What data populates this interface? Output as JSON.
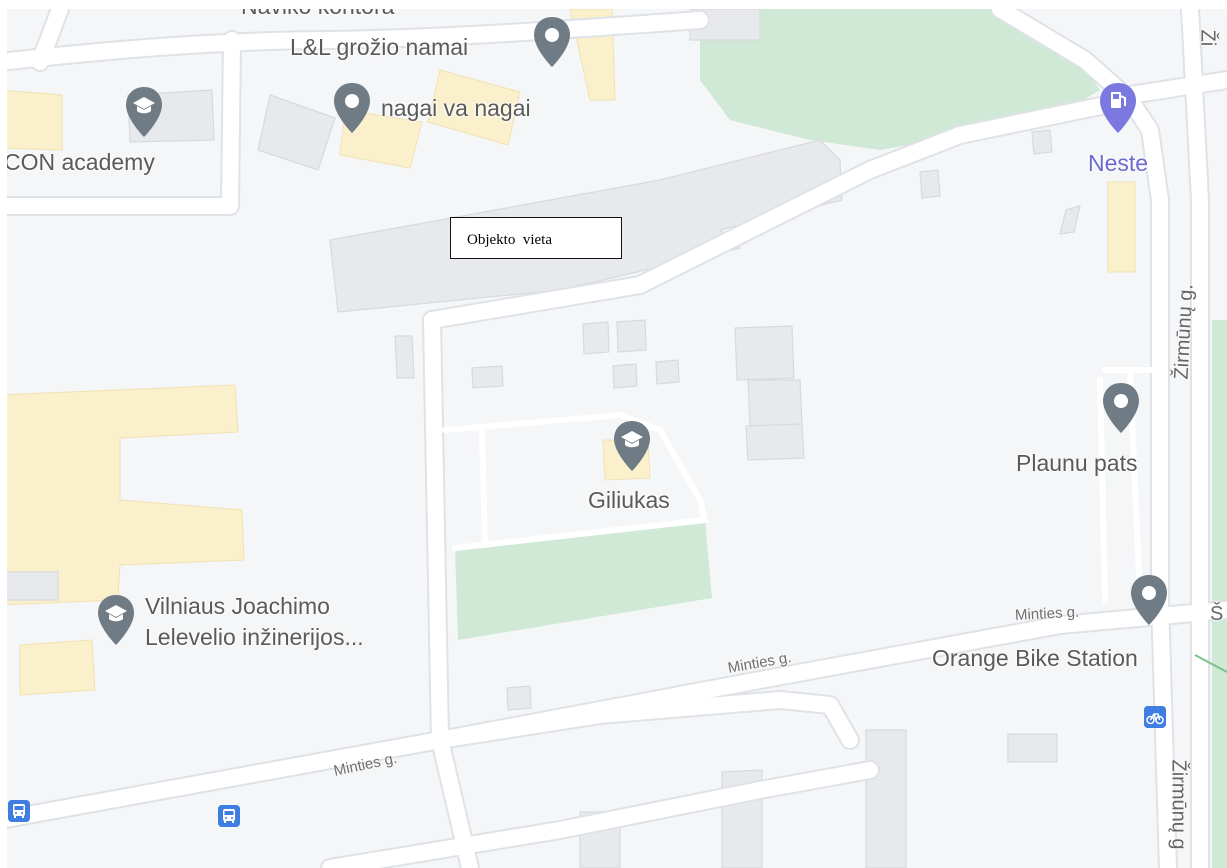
{
  "map": {
    "colors": {
      "land": "#f5f6f7",
      "road": "#ffffff",
      "road_edge": "#dfe2e6",
      "building": "#e8e9ec",
      "building_edge": "#d7d9dd",
      "park": "#cfe9d6",
      "edu_building": "#fbf0cc",
      "poi_pin": "#6f7c86",
      "fuel_pin": "#7b79df",
      "transit": "#3f7de0"
    },
    "pois": [
      {
        "label": "Naviko kontora",
        "icon": "none"
      },
      {
        "label": "L&L grožio namai",
        "icon": "map-pin-icon"
      },
      {
        "label": "nagai va nagai",
        "icon": "map-pin-icon"
      },
      {
        "label": "CON academy",
        "icon": "graduation-cap-icon"
      },
      {
        "label": "Neste",
        "icon": "fuel-pump-icon"
      },
      {
        "label": "Giliukas",
        "icon": "graduation-cap-icon"
      },
      {
        "label": "Plaunu pats",
        "icon": "map-pin-icon"
      },
      {
        "label": "Vilniaus Joachimo",
        "icon": "graduation-cap-icon"
      },
      {
        "label": "Lelevelio inžinerijos...",
        "icon": "none"
      },
      {
        "label": "Orange Bike Station",
        "icon": "map-pin-icon"
      }
    ],
    "streets": {
      "minties_1": "Minties g.",
      "minties_2": "Minties g.",
      "minties_3": "Minties g.",
      "zirmunu_1": "Žirmūnų g.",
      "zirmunu_2": "Žirmūnų g",
      "edge_top": "Ži",
      "edge_right": "Š"
    },
    "transit_icons": [
      "bus-stop-icon",
      "bus-stop-icon",
      "bike-share-icon"
    ],
    "callout": "Objekto  vieta"
  }
}
